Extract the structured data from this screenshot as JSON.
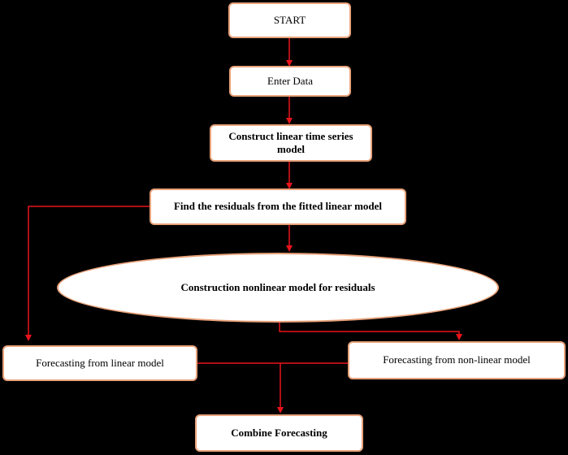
{
  "colors": {
    "background": "#000000",
    "node_fill": "#ffffff",
    "node_border": "#e8a27a",
    "arrow": "#e8141b",
    "text": "#000000"
  },
  "nodes": {
    "start": "START",
    "enter_data": "Enter Data",
    "construct_linear": "Construct linear time series model",
    "find_residuals": "Find the residuals from the fitted linear model",
    "construct_nonlinear": "Construction nonlinear model for residuals",
    "forecast_linear": "Forecasting from linear model",
    "forecast_nonlinear": "Forecasting from non-linear model",
    "combine": "Combine Forecasting"
  }
}
